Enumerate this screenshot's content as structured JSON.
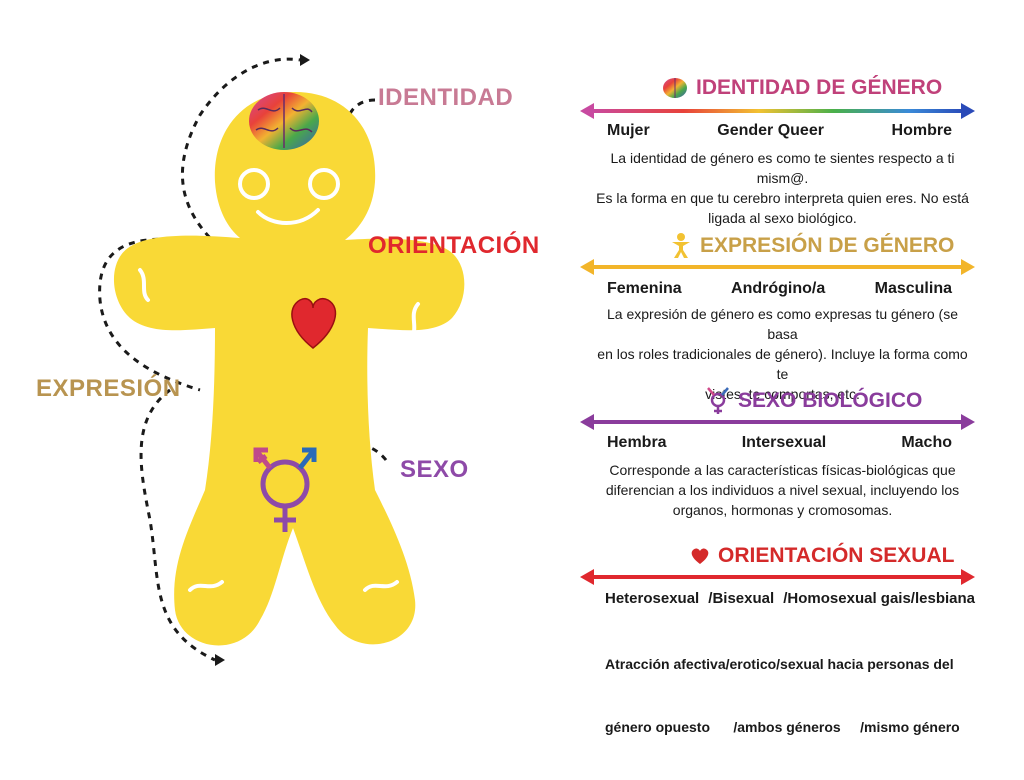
{
  "labels": {
    "identidad": "IDENTIDAD",
    "orientacion": "ORIENTACIÓN",
    "expresion": "EXPRESIÓN",
    "sexo": "SEXO"
  },
  "sections": [
    {
      "title": "IDENTIDAD DE GÉNERO",
      "title_color": "#c0417a",
      "scale": [
        "Mujer",
        "Gender Queer",
        "Hombre"
      ],
      "description": [
        "La identidad de género es como te sientes respecto a ti mism@.",
        "Es la forma en que tu cerebro interpreta quien eres. No está",
        "ligada al sexo biológico."
      ],
      "icon": "brain-icon"
    },
    {
      "title": "EXPRESIÓN DE GÉNERO",
      "title_color": "#c8a048",
      "scale": [
        "Femenina",
        "Andrógino/a",
        "Masculina"
      ],
      "description": [
        "La expresión de género es como expresas tu género (se basa",
        "en los roles tradicionales de género). Incluye la forma como te",
        "vistes, te comportas, etc."
      ],
      "icon": "person-icon"
    },
    {
      "title": "SEXO BIOLÓGICO",
      "title_color": "#8a3c9c",
      "scale": [
        "Hembra",
        "Intersexual",
        "Macho"
      ],
      "description": [
        "Corresponde a las características físicas-biológicas que",
        "diferencian a los individuos a nivel sexual, incluyendo los",
        "organos, hormonas y cromosomas."
      ],
      "icon": "transgender-symbol-icon"
    },
    {
      "title": "ORIENTACIÓN SEXUAL",
      "title_color": "#d42a2a",
      "scale": [
        "Heterosexual",
        "/Bisexual",
        "/Homosexual gais/lesbiana"
      ],
      "description": [
        "Atracción afectiva/erotico/sexual hacia personas del",
        "género opuesto      /ambos géneros     /mismo género"
      ],
      "icon": "heart-icon"
    }
  ],
  "colors": {
    "body": "#f9d936",
    "identidad": "#c87a94",
    "orientacion": "#e0282e",
    "expresion": "#b89450",
    "sexo": "#8e4aa8"
  }
}
